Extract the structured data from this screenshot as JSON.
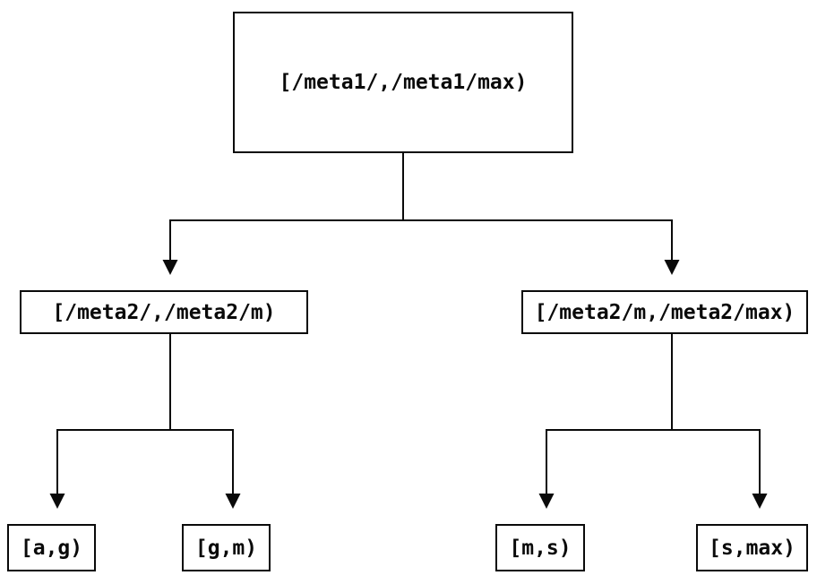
{
  "diagram": {
    "type": "binary-tree",
    "background_color": "#ffffff",
    "line_color": "#0a0a0a",
    "box_border_color": "#0a0a0a",
    "text_color": "#0a0a0a",
    "nodes": {
      "root": {
        "label": "[/meta1/,/meta1/max)"
      },
      "left": {
        "label": "[/meta2/,/meta2/m)"
      },
      "right": {
        "label": "[/meta2/m,/meta2/max)"
      },
      "leaf1": {
        "label": "[a,g)"
      },
      "leaf2": {
        "label": "[g,m)"
      },
      "leaf3": {
        "label": "[m,s)"
      },
      "leaf4": {
        "label": "[s,max)"
      }
    },
    "edges": [
      {
        "from": "root",
        "to": "left"
      },
      {
        "from": "root",
        "to": "right"
      },
      {
        "from": "left",
        "to": "leaf1"
      },
      {
        "from": "left",
        "to": "leaf2"
      },
      {
        "from": "right",
        "to": "leaf3"
      },
      {
        "from": "right",
        "to": "leaf4"
      }
    ]
  }
}
